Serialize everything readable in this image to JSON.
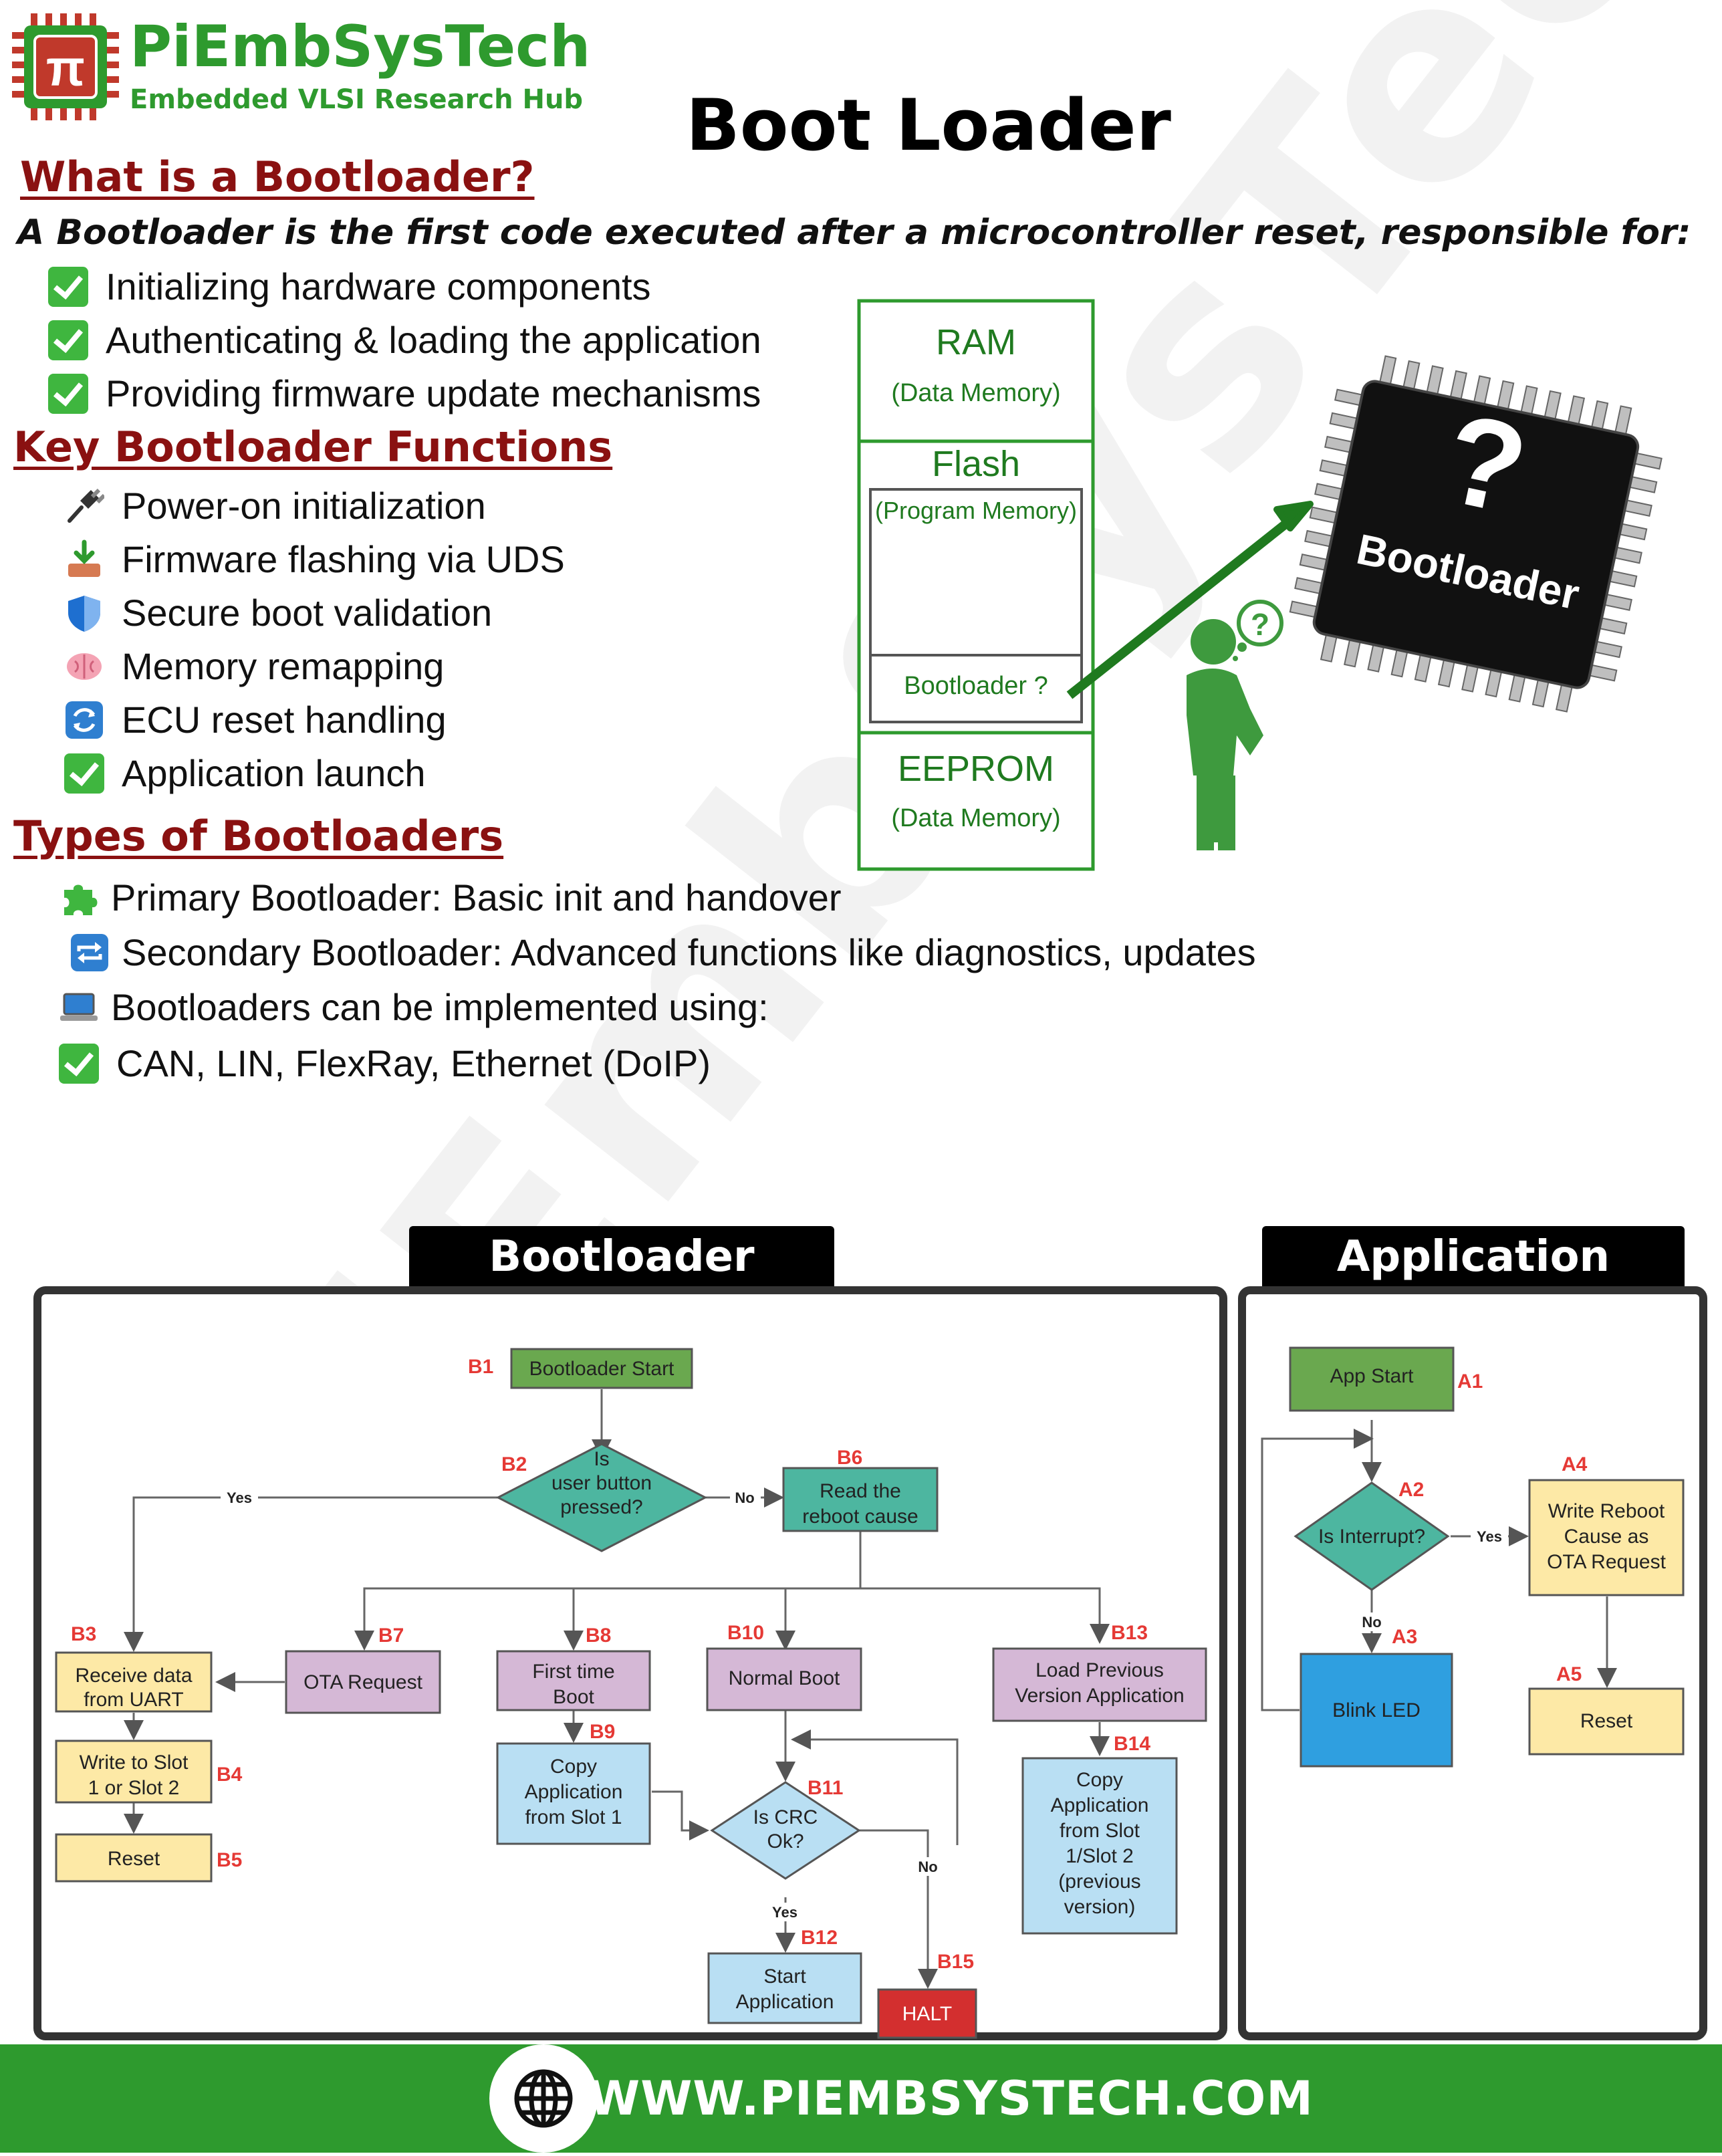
{
  "brand": {
    "name": "PiEmbSysTech",
    "tagline": "Embedded VLSI Research Hub",
    "logo_glyph": "π",
    "color": "#2e9a2e"
  },
  "title": "Boot Loader",
  "watermark": "PiEmbSysTech",
  "what": {
    "heading": "What is a Bootloader?",
    "intro": "A Bootloader is the first code executed after a microcontroller reset, responsible for:",
    "items": [
      "Initializing hardware components",
      "Authenticating & loading the application",
      "Providing firmware update mechanisms"
    ]
  },
  "functions": {
    "heading": "Key Bootloader Functions",
    "items": [
      {
        "icon": "plug-icon",
        "label": "Power-on initialization"
      },
      {
        "icon": "download-tray-icon",
        "label": "Firmware flashing via UDS"
      },
      {
        "icon": "shield-icon",
        "label": "Secure boot validation"
      },
      {
        "icon": "brain-icon",
        "label": "Memory remapping"
      },
      {
        "icon": "refresh-icon",
        "label": "ECU reset handling"
      },
      {
        "icon": "check-icon",
        "label": "Application launch"
      }
    ]
  },
  "types": {
    "heading": "Types of Bootloaders",
    "items": [
      {
        "icon": "puzzle-icon",
        "label": "Primary Bootloader: Basic init and handover"
      },
      {
        "icon": "repeat-icon",
        "label": "Secondary Bootloader: Advanced functions like diagnostics, updates"
      },
      {
        "icon": "laptop-icon",
        "label": "Bootloaders can be implemented using:"
      },
      {
        "icon": "check-icon",
        "label": "CAN, LIN, FlexRay, Ethernet (DoIP)"
      }
    ]
  },
  "memory": {
    "ram": "RAM",
    "ram_sub": "(Data Memory)",
    "flash": "Flash",
    "flash_sub": "(Program Memory)",
    "bootloader": "Bootloader ?",
    "eeprom": "EEPROM",
    "eeprom_sub": "(Data Memory)",
    "chip_label": "Bootloader",
    "chip_mark": "?",
    "person_thought": "?"
  },
  "bootloader_flow": {
    "header": "Bootloader",
    "nodes": {
      "b1": {
        "tag": "B1",
        "text": [
          "Bootloader Start"
        ]
      },
      "b2": {
        "tag": "B2",
        "text": [
          "Is",
          "user button",
          "pressed?"
        ]
      },
      "b3": {
        "tag": "B3",
        "text": [
          "Receive data",
          "from UART"
        ]
      },
      "b4": {
        "tag": "B4",
        "text": [
          "Write to Slot",
          "1 or Slot 2"
        ]
      },
      "b5": {
        "tag": "B5",
        "text": [
          "Reset"
        ]
      },
      "b6": {
        "tag": "B6",
        "text": [
          "Read the",
          "reboot cause"
        ]
      },
      "b7": {
        "tag": "B7",
        "text": [
          "OTA Request"
        ]
      },
      "b8": {
        "tag": "B8",
        "text": [
          "First time",
          "Boot"
        ]
      },
      "b9": {
        "tag": "B9",
        "text": [
          "Copy",
          "Application",
          "from Slot 1"
        ]
      },
      "b10": {
        "tag": "B10",
        "text": [
          "Normal Boot"
        ]
      },
      "b11": {
        "tag": "B11",
        "text": [
          "Is CRC",
          "Ok?"
        ]
      },
      "b12": {
        "tag": "B12",
        "text": [
          "Start",
          "Application"
        ]
      },
      "b13": {
        "tag": "B13",
        "text": [
          "Load Previous",
          "Version Application"
        ]
      },
      "b14": {
        "tag": "B14",
        "text": [
          "Copy",
          "Application",
          "from Slot",
          "1/Slot 2",
          "(previous",
          "version)"
        ]
      },
      "b15": {
        "tag": "B15",
        "text": [
          "HALT"
        ]
      }
    },
    "edge_labels": {
      "yes_b2": "Yes",
      "no_b2": "No",
      "yes_b11": "Yes",
      "no_b11": "No"
    }
  },
  "application_flow": {
    "header": "Application",
    "nodes": {
      "a1": {
        "tag": "A1",
        "text": [
          "App Start"
        ]
      },
      "a2": {
        "tag": "A2",
        "text": [
          "Is Interrupt?"
        ]
      },
      "a3": {
        "tag": "A3",
        "text": [
          "Blink LED"
        ]
      },
      "a4": {
        "tag": "A4",
        "text": [
          "Write Reboot",
          "Cause as",
          "OTA Request"
        ]
      },
      "a5": {
        "tag": "A5",
        "text": [
          "Reset"
        ]
      }
    },
    "edge_labels": {
      "yes_a2": "Yes",
      "no_a2": "No"
    }
  },
  "colors": {
    "green": "#6aa84f",
    "teal": "#4db6a0",
    "purple": "#d5b8d6",
    "yellow": "#fde9a6",
    "blue": "#b9dff3",
    "red": "#d32f2f",
    "ledblue": "#2f9fe0",
    "tagred": "#e53935"
  },
  "footer": {
    "url": "WWW.PIEMBSYSTECH.COM",
    "icon": "globe-icon"
  }
}
